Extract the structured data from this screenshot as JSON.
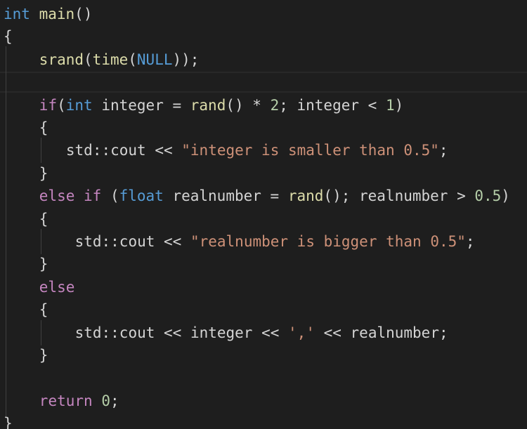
{
  "colors": {
    "background": "#1e1e1e",
    "default_text": "#d4d4d4",
    "keyword": "#569cd6",
    "control_keyword": "#c586c0",
    "function": "#dcdcaa",
    "string": "#ce9178",
    "number": "#b5cea8",
    "indent_guide": "#404040"
  },
  "code_lines": [
    {
      "indent": 0,
      "tokens": [
        {
          "text": "int",
          "kind": "keyword"
        },
        {
          "text": " ",
          "kind": "plain"
        },
        {
          "text": "main",
          "kind": "func"
        },
        {
          "text": "()",
          "kind": "plain"
        }
      ]
    },
    {
      "indent": 0,
      "tokens": [
        {
          "text": "{",
          "kind": "plain"
        }
      ]
    },
    {
      "indent": 4,
      "tokens": [
        {
          "text": "srand",
          "kind": "func"
        },
        {
          "text": "(",
          "kind": "plain"
        },
        {
          "text": "time",
          "kind": "func"
        },
        {
          "text": "(",
          "kind": "plain"
        },
        {
          "text": "NULL",
          "kind": "keyword"
        },
        {
          "text": "));",
          "kind": "plain"
        }
      ]
    },
    {
      "indent": 0,
      "tokens": []
    },
    {
      "indent": 4,
      "tokens": [
        {
          "text": "if",
          "kind": "control"
        },
        {
          "text": "(",
          "kind": "plain"
        },
        {
          "text": "int",
          "kind": "keyword"
        },
        {
          "text": " integer = ",
          "kind": "plain"
        },
        {
          "text": "rand",
          "kind": "func"
        },
        {
          "text": "() * ",
          "kind": "plain"
        },
        {
          "text": "2",
          "kind": "number"
        },
        {
          "text": "; integer < ",
          "kind": "plain"
        },
        {
          "text": "1",
          "kind": "number"
        },
        {
          "text": ")",
          "kind": "plain"
        }
      ]
    },
    {
      "indent": 4,
      "tokens": [
        {
          "text": "{",
          "kind": "plain"
        }
      ]
    },
    {
      "indent": 7,
      "tokens": [
        {
          "text": "std::cout << ",
          "kind": "plain"
        },
        {
          "text": "\"integer is smaller than 0.5\"",
          "kind": "string"
        },
        {
          "text": ";",
          "kind": "plain"
        }
      ]
    },
    {
      "indent": 4,
      "tokens": [
        {
          "text": "}",
          "kind": "plain"
        }
      ]
    },
    {
      "indent": 4,
      "tokens": [
        {
          "text": "else if",
          "kind": "control"
        },
        {
          "text": " (",
          "kind": "plain"
        },
        {
          "text": "float",
          "kind": "keyword"
        },
        {
          "text": " realnumber = ",
          "kind": "plain"
        },
        {
          "text": "rand",
          "kind": "func"
        },
        {
          "text": "(); realnumber > ",
          "kind": "plain"
        },
        {
          "text": "0.5",
          "kind": "number"
        },
        {
          "text": ")",
          "kind": "plain"
        }
      ]
    },
    {
      "indent": 4,
      "tokens": [
        {
          "text": "{",
          "kind": "plain"
        }
      ]
    },
    {
      "indent": 8,
      "tokens": [
        {
          "text": "std::cout << ",
          "kind": "plain"
        },
        {
          "text": "\"realnumber is bigger than 0.5\"",
          "kind": "string"
        },
        {
          "text": ";",
          "kind": "plain"
        }
      ]
    },
    {
      "indent": 4,
      "tokens": [
        {
          "text": "}",
          "kind": "plain"
        }
      ]
    },
    {
      "indent": 4,
      "tokens": [
        {
          "text": "else",
          "kind": "control"
        }
      ]
    },
    {
      "indent": 4,
      "tokens": [
        {
          "text": "{",
          "kind": "plain"
        }
      ]
    },
    {
      "indent": 8,
      "tokens": [
        {
          "text": "std::cout << integer << ",
          "kind": "plain"
        },
        {
          "text": "','",
          "kind": "string"
        },
        {
          "text": " << realnumber;",
          "kind": "plain"
        }
      ]
    },
    {
      "indent": 4,
      "tokens": [
        {
          "text": "}",
          "kind": "plain"
        }
      ]
    },
    {
      "indent": 0,
      "tokens": []
    },
    {
      "indent": 4,
      "tokens": [
        {
          "text": "return",
          "kind": "control"
        },
        {
          "text": " ",
          "kind": "plain"
        },
        {
          "text": "0",
          "kind": "number"
        },
        {
          "text": ";",
          "kind": "plain"
        }
      ]
    },
    {
      "indent": 0,
      "tokens": [
        {
          "text": "}",
          "kind": "plain"
        }
      ]
    }
  ]
}
